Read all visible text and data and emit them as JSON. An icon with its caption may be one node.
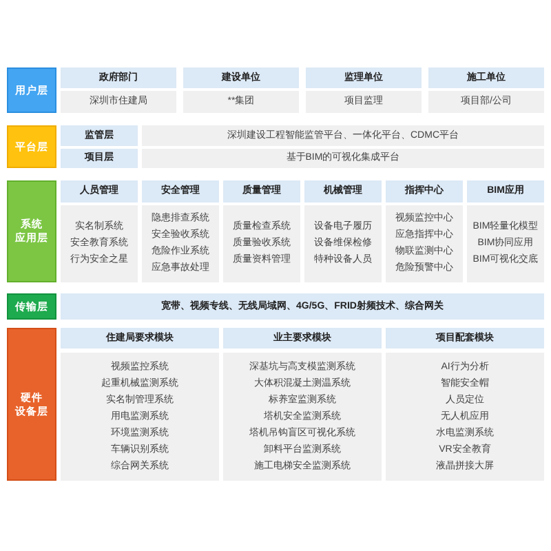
{
  "diagram": {
    "nodes": [
      {
        "text": [
          "用户层"
        ]
      },
      {
        "text": [
          "政府部门"
        ]
      },
      {
        "text": [
          "建设单位"
        ]
      },
      {
        "text": [
          "监理单位"
        ]
      },
      {
        "text": [
          "施工单位"
        ]
      },
      {
        "text": [
          "深圳市住建局"
        ]
      },
      {
        "text": [
          "**集团"
        ]
      },
      {
        "text": [
          "项目监理"
        ]
      },
      {
        "text": [
          "项目部/公司"
        ]
      },
      {
        "text": [
          "平台层"
        ]
      },
      {
        "text": [
          "监管层"
        ]
      },
      {
        "text": [
          "深圳建设工程智能监管平台、一体化平台、CDMC平台"
        ]
      },
      {
        "text": [
          "项目层"
        ]
      },
      {
        "text": [
          "基于BIM的可视化集成平台"
        ]
      },
      {
        "text": [
          "系统应用层"
        ]
      },
      {
        "text": [
          "人员管理"
        ]
      },
      {
        "text": [
          "安全管理"
        ]
      },
      {
        "text": [
          "质量管理"
        ]
      },
      {
        "text": [
          "机械管理"
        ]
      },
      {
        "text": [
          "指挥中心"
        ]
      },
      {
        "text": [
          "BIM应用"
        ]
      },
      {
        "text": [
          "实名制系统",
          "安全教育系统",
          "行为安全之星"
        ]
      },
      {
        "text": [
          "隐患排查系统",
          "安全验收系统",
          "危险作业系统",
          "应急事故处理"
        ]
      },
      {
        "text": [
          "质量检查系统",
          "质量验收系统",
          "质量资料管理"
        ]
      },
      {
        "text": [
          "设备电子履历",
          "设备维保检修",
          "特种设备人员"
        ]
      },
      {
        "text": [
          "视频监控中心",
          "应急指挥中心",
          "物联监测中心",
          "危险预警中心"
        ]
      },
      {
        "text": [
          "BIM轻量化模型",
          "BIM协同应用",
          "BIM可视化交底"
        ]
      },
      {
        "text": [
          "传输层"
        ]
      },
      {
        "text": [
          "宽带、视频专线、无线局域网、4G/5G、FRID射频技术、综合网关"
        ]
      },
      {
        "text": [
          "硬件设备层"
        ]
      },
      {
        "text": [
          "住建局要求模块"
        ]
      },
      {
        "text": [
          "业主要求模块"
        ]
      },
      {
        "text": [
          "项目配套模块"
        ]
      },
      {
        "text": [
          "视频监控系统",
          "起重机械监测系统",
          "实名制管理系统",
          "用电监测系统",
          "环境监测系统",
          "车辆识别系统",
          "综合网关系统"
        ]
      },
      {
        "text": [
          "深基坑与高支模监测系统",
          "大体积混凝土测温系统",
          "标养室监测系统",
          "塔机安全监测系统",
          "塔机吊钩盲区可视化系统",
          "卸料平台监测系统",
          "施工电梯安全监测系统"
        ]
      },
      {
        "text": [
          "AI行为分析",
          "智能安全帽",
          "人员定位",
          "无人机应用",
          "水电监测系统",
          "VR安全教育",
          "液晶拼接大屏"
        ]
      }
    ]
  }
}
